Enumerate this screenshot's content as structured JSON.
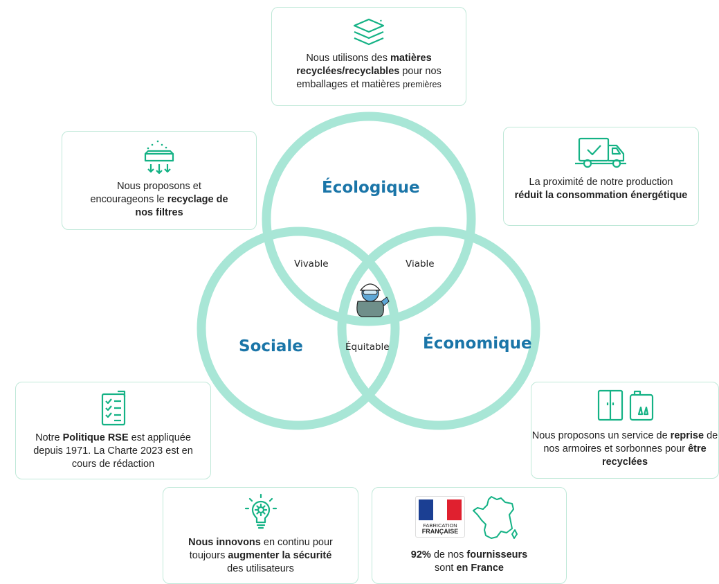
{
  "colors": {
    "circle": "#a8e6d6",
    "accent": "#1a75a8",
    "icon": "#14b285",
    "border": "#bfe8d8",
    "flag_blue": "#1b3f93",
    "flag_white": "#ffffff",
    "flag_red": "#e0202f"
  },
  "venn": {
    "top": "Écologique",
    "left": "Sociale",
    "right": "Économique",
    "top_left": "Vivable",
    "top_right": "Viable",
    "bottom": "Équitable"
  },
  "cards": {
    "materials": {
      "icon": "layers-icon",
      "t1": "Nous utilisons des ",
      "b1": "matières recyclées/recyclables",
      "t2": " pour nos emballages et matières ",
      "t3": "premières"
    },
    "filters": {
      "icon": "filter-recycle-icon",
      "t1": "Nous proposons et encourageons le ",
      "b1": "recyclage de nos filtres"
    },
    "proximity": {
      "icon": "delivery-truck-icon",
      "t1": "La proximité de notre production ",
      "b1": "réduit la consommation énergétique"
    },
    "rse": {
      "icon": "checklist-document-icon",
      "t1": "Notre ",
      "b1": "Politique RSE",
      "t2": " est appliquée depuis 1971. La Charte 2023 est en cours de rédaction"
    },
    "takeback": {
      "icon": "cabinet-icon",
      "t1": "Nous proposons un service de ",
      "b1": "reprise",
      "t2": " de nos armoires et sorbonnes pour ",
      "b2": "être recyclées"
    },
    "innovation": {
      "icon": "lightbulb-gear-icon",
      "b1": "Nous innovons",
      "t1": " en continu pour toujours ",
      "b2": "augmenter la sécurité",
      "t2": " des utilisateurs"
    },
    "suppliers": {
      "icon": "france-map-icon",
      "flag_line1": "FABRICATION",
      "flag_line2": "FRANÇAISE",
      "b1": "92%",
      "t1": " de nos ",
      "b2": "fournisseurs",
      "t2": " sont ",
      "b3": "en France"
    }
  }
}
